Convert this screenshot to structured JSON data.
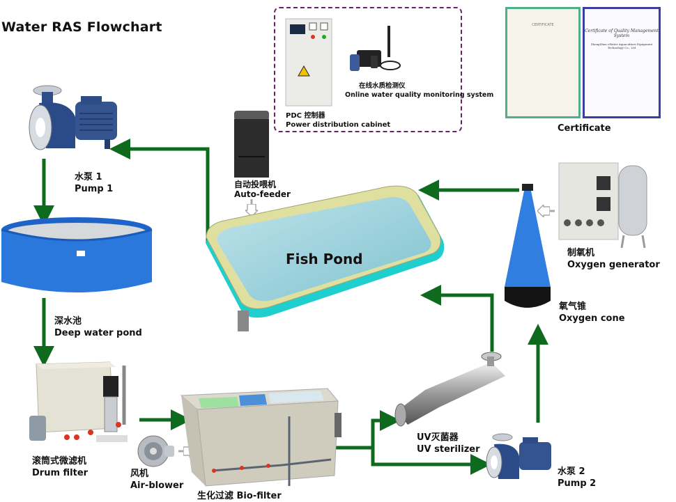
{
  "title": "Water RAS Flowchart",
  "colors": {
    "arrow": "#0e6b1e",
    "panel_border": "#6b1f6b",
    "cert_green": "#4fae8c",
    "cert_blue": "#3b3ea0"
  },
  "components": {
    "pump1": {
      "cn": "水泵 1",
      "en": "Pump 1"
    },
    "deep_pond": {
      "cn": "深水池",
      "en": "Deep water pond"
    },
    "drum_filter": {
      "cn": "滚筒式微滤机",
      "en": "Drum filter"
    },
    "air_blower": {
      "cn": "风机",
      "en": "Air-blower"
    },
    "bio_filter": {
      "label": "生化过滤 Bio-filter"
    },
    "uv": {
      "cn": "UV灭菌器",
      "en": "UV sterilizer"
    },
    "pump2": {
      "cn": "水泵 2",
      "en": "Pump 2"
    },
    "oxygen_cone": {
      "cn": "氧气锥",
      "en": "Oxygen cone"
    },
    "oxygen_gen": {
      "cn": "制氧机",
      "en": "Oxygen generator"
    },
    "fish_pond": {
      "label": "Fish Pond"
    },
    "auto_feeder": {
      "cn": "自动投喂机",
      "en": "Auto-feeder"
    },
    "pdc": {
      "cn": "PDC 控制器",
      "en": "Power distribution cabinet"
    },
    "monitor": {
      "cn": "在线水质检测仪",
      "en": "Online water quality monitoring system"
    },
    "certificate": {
      "label": "Certificate",
      "doc1_title": "CERTIFICATE",
      "doc2_title": "Certificate of Quality Management System",
      "doc2_company": "ZhongShan eWater Aquaculture Equipment Technology Co., Ltd"
    }
  }
}
